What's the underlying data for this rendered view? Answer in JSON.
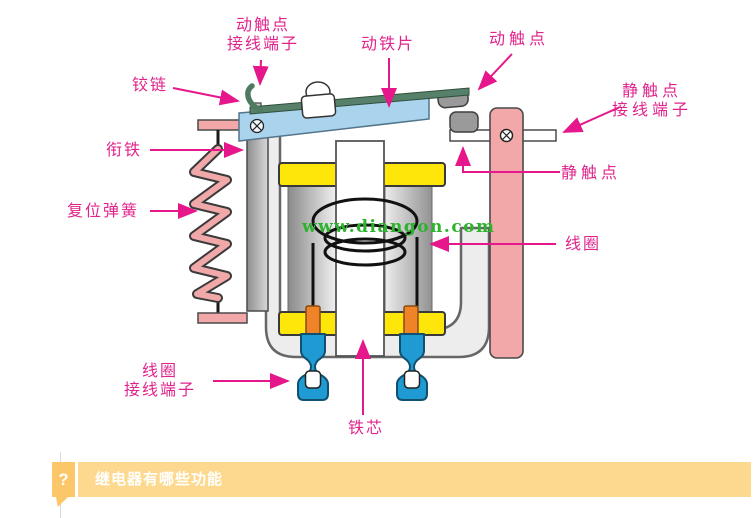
{
  "diagram": {
    "watermark": "www.diangon.com",
    "labels": {
      "moving_contact_terminal": [
        "动触点",
        "接线端子"
      ],
      "moving_iron_piece": "动铁片",
      "moving_contact": "动触点",
      "hinge": "铰链",
      "armature": "衔铁",
      "reset_spring": "复位弹簧",
      "static_contact_terminal": [
        "静触点",
        "接线端子"
      ],
      "static_contact": "静触点",
      "coil": "线圈",
      "coil_terminal": [
        "线圈",
        "接线端子"
      ],
      "iron_core": "铁芯"
    },
    "colors": {
      "label_magenta": "#e5178a",
      "watermark_green": "#2eb32e",
      "plate_blue": "#aad4ee",
      "strip_green": "#57806a",
      "part_pink": "#f2a8a8",
      "bar_yellow": "#ffe60a",
      "terminal_blue": "#1f9ad2",
      "connector_orange": "#ee8327",
      "contact_gray": "#9a9a9a"
    }
  },
  "question_bar": {
    "icon": "?",
    "text": "继电器有哪些功能",
    "bubble_color": "#fbc768",
    "bar_color": "#fcd98e"
  }
}
